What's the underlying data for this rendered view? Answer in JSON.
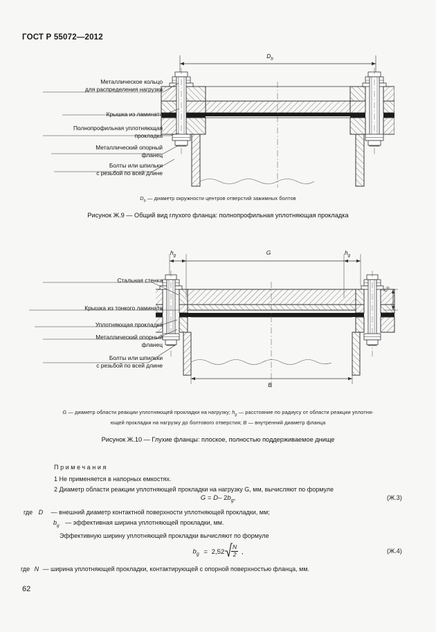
{
  "document": {
    "standard_header": "ГОСТ Р 55072—2012",
    "page_number": "62"
  },
  "figure1": {
    "dimension_label": "Db",
    "callouts": [
      {
        "line1": "Металлическое кольцо",
        "line2": "для распределения нагрузки"
      },
      {
        "line1": "Крышка из ламината",
        "line2": ""
      },
      {
        "line1": "Полнопрофильная уплотняющая",
        "line2": "прокладка"
      },
      {
        "line1": "Металлический опорный",
        "line2": "фланец"
      },
      {
        "line1": "Болты или шпильки",
        "line2": "с резьбой по всей длине"
      }
    ],
    "legend": "Db — диаметр окружности центров отверстий зажимных болтов",
    "legend_symbol": "D",
    "legend_subscript": "b",
    "legend_rest": "—  диаметр окружности центров отверстий зажимных болтов",
    "caption": "Рисунок Ж.9 — Общий вид глухого фланца: полнопрофильная уплотняющая прокладка"
  },
  "figure2": {
    "dimension_labels": {
      "hg_left": "hg",
      "hg_right": "hg",
      "G": "G",
      "B": "B",
      "hg_vertical": "hg"
    },
    "callouts": [
      {
        "line1": "Стальная стенка",
        "line2": ""
      },
      {
        "line1": "Крышка из тонкого ламината",
        "line2": ""
      },
      {
        "line1": "Уплотняющая прокладка",
        "line2": ""
      },
      {
        "line1": "Металлический опорный",
        "line2": "фланец"
      },
      {
        "line1": "Болты или шпильки",
        "line2": "с резьбой по всей длине"
      }
    ],
    "legend_line1_a": "G",
    "legend_line1_b": "— диаметр области реакции уплотняющей прокладки на нагрузку;",
    "legend_line1_c": "h",
    "legend_line1_d": "g",
    "legend_line1_e": "—  расстояние по радиусу от области реакции уплотня-",
    "legend_line2_a": "ющей прокладки на нагрузку до болтового отверстия;",
    "legend_line2_b": "B",
    "legend_line2_c": "— внутренний диаметр фланца",
    "caption": "Рисунок Ж.10 — Глухие фланцы: плоское, полностью поддерживаемое днище"
  },
  "notes": {
    "heading": "Примечания",
    "item1": "1 Не применяется в напорных емкостях.",
    "item2": "2 Диаметр области реакции уплотняющей прокладки на нагрузку G, мм, вычисляют по формуле"
  },
  "formula_3": {
    "lhs": "G",
    "eq": "=",
    "rhs_a": "D",
    "rhs_b": "– 2",
    "rhs_c": "b",
    "rhs_sub": "g",
    "trailing": ",",
    "number": "(Ж.3)"
  },
  "where_1": {
    "word": "где",
    "sym1": "D",
    "def1": "— внешний диаметр контактной поверхности уплотняющей прокладки, мм;",
    "sym2": "b",
    "sym2_sub": "g",
    "def2": "— эффективная ширина уплотняющей прокладки, мм.",
    "sentence": "Эффективную ширину уплотняющей прокладки вычисляют по формуле"
  },
  "formula_4": {
    "lhs": "b",
    "lhs_sub": "g",
    "eq": "=",
    "coefficient": "2,52",
    "numerator": "N",
    "denominator": "2",
    "trailing": ",",
    "number": "(Ж.4)"
  },
  "where_2": {
    "word": "где",
    "sym": "N",
    "def": "— ширина уплотняющей прокладки, контактирующей с опорной поверхностью фланца, мм."
  },
  "colors": {
    "page_background": "#f7f7f5",
    "ink": "#1a1a1a",
    "line": "#333333",
    "hatch": "#444444",
    "gasket_fill": "#1a1a1a"
  }
}
